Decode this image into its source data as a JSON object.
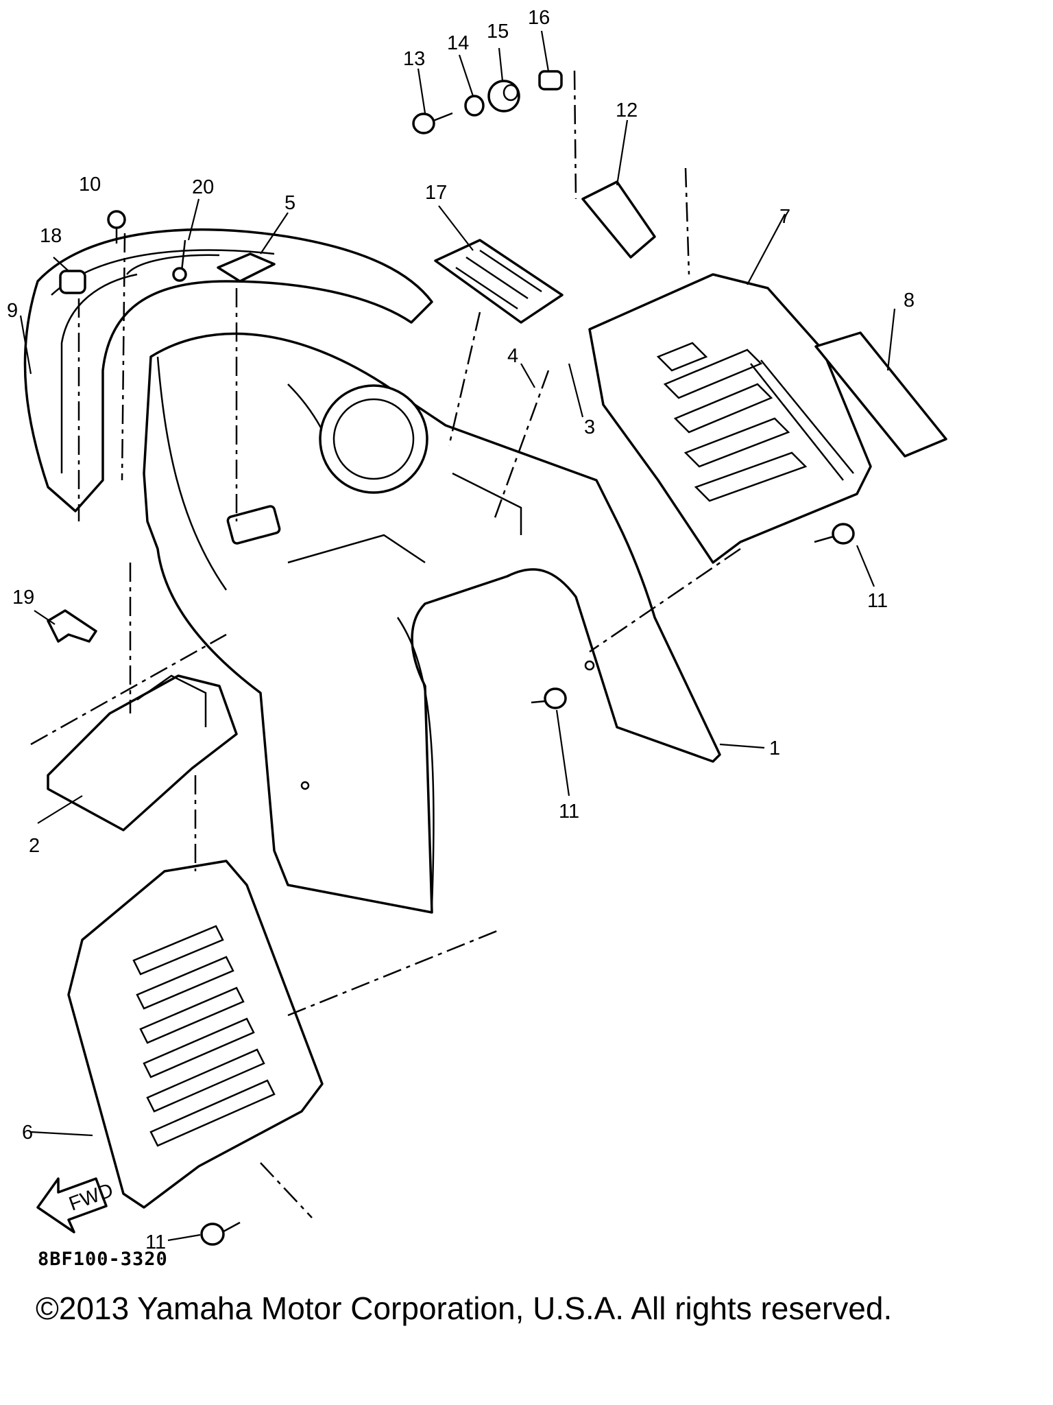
{
  "diagram": {
    "drawing_code": "8BF100-3320",
    "copyright": "©2013 Yamaha Motor Corporation, U.S.A. All rights reserved.",
    "fwd_label": "FWD",
    "callouts": [
      {
        "id": "c1",
        "text": "1"
      },
      {
        "id": "c2",
        "text": "2"
      },
      {
        "id": "c3",
        "text": "3"
      },
      {
        "id": "c4",
        "text": "4"
      },
      {
        "id": "c5",
        "text": "5"
      },
      {
        "id": "c6",
        "text": "6"
      },
      {
        "id": "c7",
        "text": "7"
      },
      {
        "id": "c8",
        "text": "8"
      },
      {
        "id": "c9",
        "text": "9"
      },
      {
        "id": "c10",
        "text": "10"
      },
      {
        "id": "c11a",
        "text": "11"
      },
      {
        "id": "c11b",
        "text": "11"
      },
      {
        "id": "c11c",
        "text": "11"
      },
      {
        "id": "c12",
        "text": "12"
      },
      {
        "id": "c13",
        "text": "13"
      },
      {
        "id": "c14",
        "text": "14"
      },
      {
        "id": "c15",
        "text": "15"
      },
      {
        "id": "c16",
        "text": "16"
      },
      {
        "id": "c17",
        "text": "17"
      },
      {
        "id": "c18",
        "text": "18"
      },
      {
        "id": "c19",
        "text": "19"
      },
      {
        "id": "c20",
        "text": "20"
      }
    ]
  }
}
